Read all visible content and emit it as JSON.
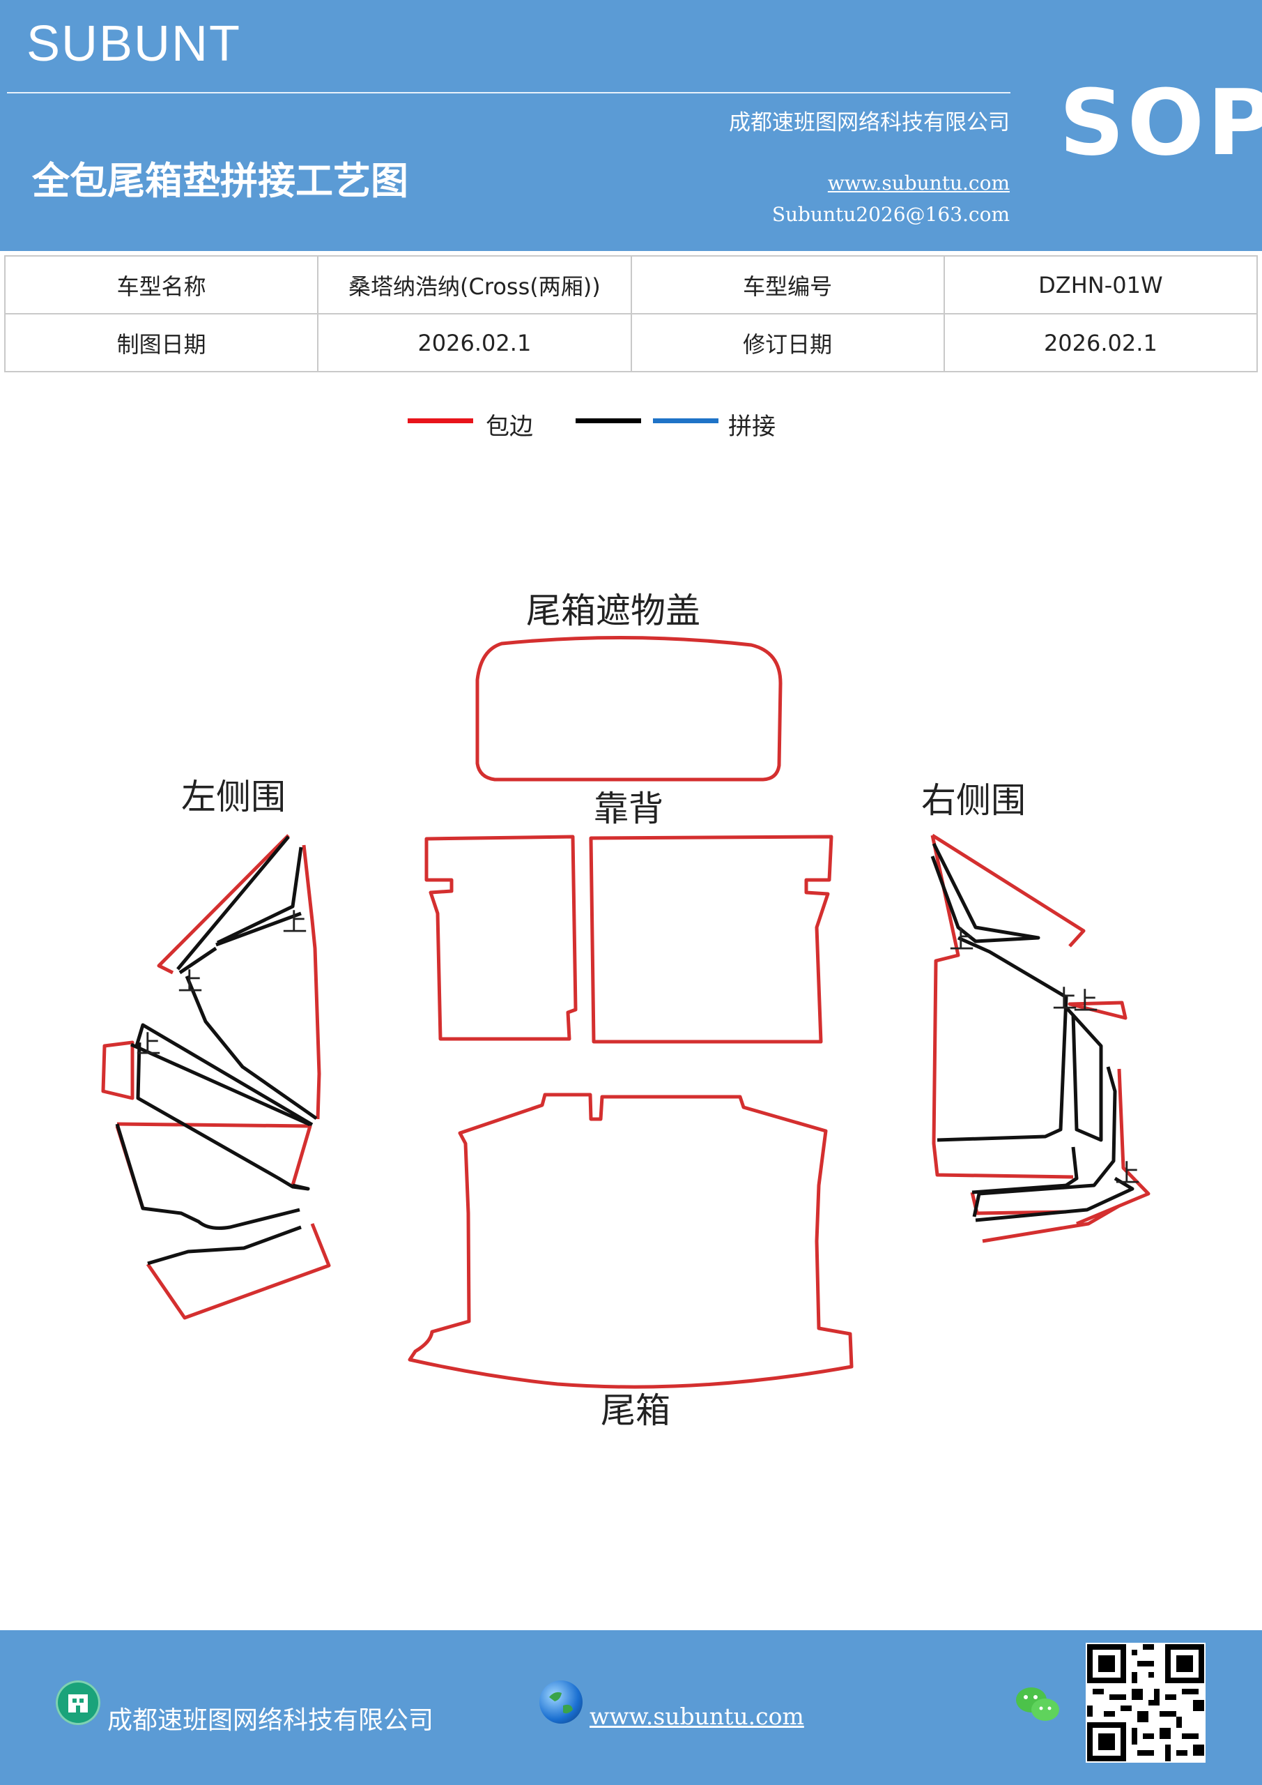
{
  "header": {
    "brand": "SUBUNT",
    "company": "成都速班图网络科技有限公司",
    "title": "全包尾箱垫拼接工艺图",
    "website": "www.subuntu.com",
    "email": "Subuntu2026@163.com",
    "badge": "SOP"
  },
  "info_table": {
    "rows": [
      [
        "车型名称",
        "桑塔纳浩纳(Cross(两厢))",
        "车型编号",
        "DZHN-01W"
      ],
      [
        "制图日期",
        "2026.02.1",
        "修订日期",
        "2026.02.1"
      ]
    ]
  },
  "legend": {
    "items": [
      {
        "label": "包边",
        "color": "#e8141b"
      },
      {
        "label": "",
        "color": "#000000"
      },
      {
        "label": "拼接",
        "color": "#1f73c7"
      }
    ]
  },
  "diagram": {
    "labels": {
      "cover": "尾箱遮物盖",
      "backrest": "靠背",
      "left_side": "左侧围",
      "right_side": "右侧围",
      "trunk": "尾箱",
      "mark": "上"
    },
    "colors": {
      "edge": "#d42f2f",
      "seam": "#111111"
    }
  },
  "footer": {
    "company": "成都速班图网络科技有限公司",
    "website": "www.subuntu.com",
    "icons": [
      "building-icon",
      "globe-icon",
      "wechat-icon",
      "qr-code"
    ]
  }
}
